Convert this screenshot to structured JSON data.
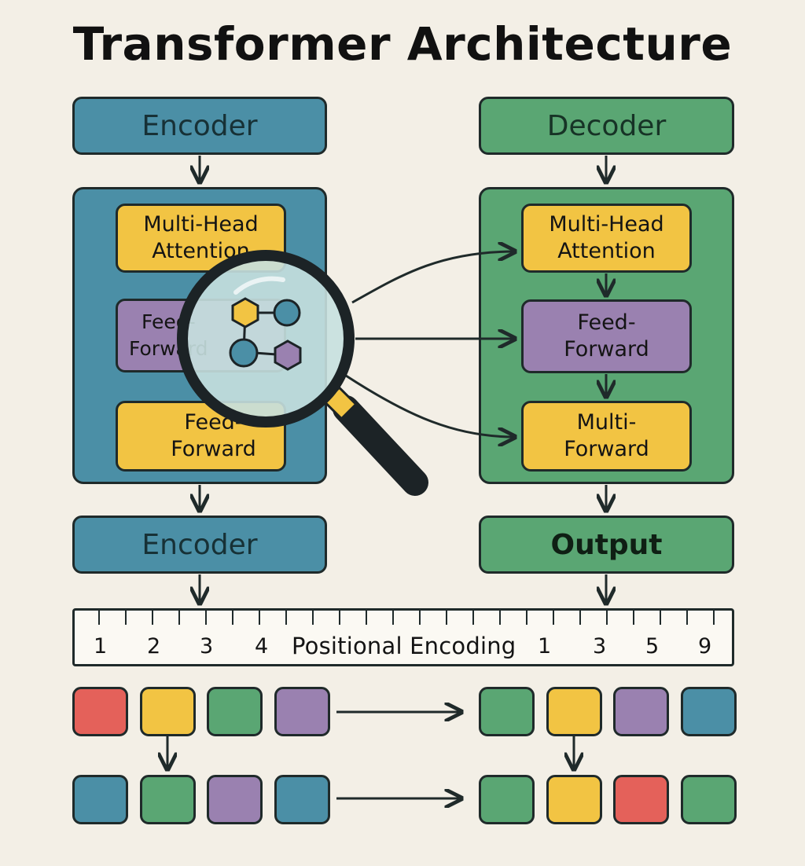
{
  "title": "Transformer Architecture",
  "encoder": {
    "header": "Encoder",
    "blocks": [
      {
        "line1": "Multi-Head",
        "line2": "Attention"
      },
      {
        "line1": "Feed-",
        "line2": "Forward"
      },
      {
        "line1": "Feed-",
        "line2": "Forward"
      }
    ],
    "footer": "Encoder"
  },
  "decoder": {
    "header": "Decoder",
    "blocks": [
      {
        "line1": "Multi-Head",
        "line2": "Attention"
      },
      {
        "line1": "Feed-",
        "line2": "Forward"
      },
      {
        "line1": "Multi-",
        "line2": "Forward"
      }
    ],
    "footer": "Output"
  },
  "ruler": {
    "label": "Positional Encoding",
    "left_numbers": [
      "1",
      "2",
      "3",
      "4"
    ],
    "right_numbers": [
      "1",
      "3",
      "5",
      "9"
    ]
  },
  "colors": {
    "blue": "#4b8fa6",
    "green": "#5aa673",
    "yellow": "#f2c443",
    "purple": "#9a81b0",
    "red": "#e4615a"
  },
  "token_rows": {
    "row1_left": [
      "red",
      "yellow",
      "green",
      "purple"
    ],
    "row1_right": [
      "green",
      "yellow",
      "purple",
      "blue"
    ],
    "row2_left": [
      "blue",
      "green",
      "purple",
      "blue"
    ],
    "row2_right": [
      "green",
      "yellow",
      "red",
      "green"
    ]
  },
  "icons": [
    "magnifying-glass-icon",
    "hexagon-icon",
    "circle-node-icon"
  ]
}
